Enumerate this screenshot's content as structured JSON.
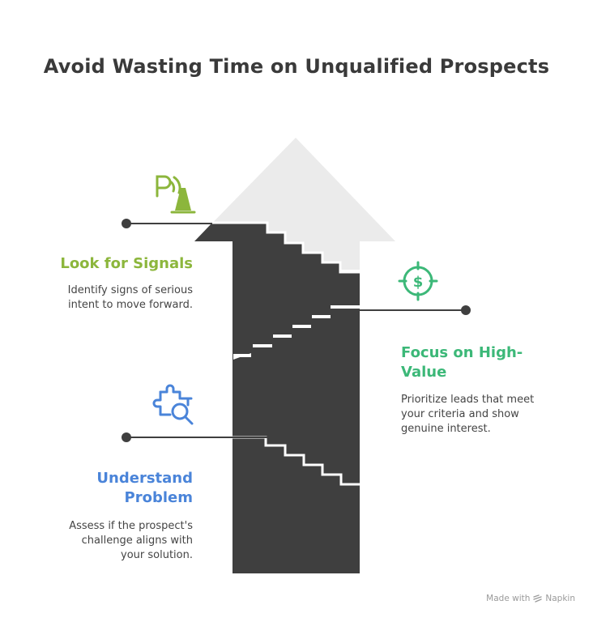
{
  "title": "Avoid Wasting Time on Unqualified Prospects",
  "colors": {
    "signals": "#8cb63c",
    "high_value": "#3cb878",
    "understand": "#4a84d9",
    "stair": "#3f3f3f",
    "arrow_head": "#ebebeb",
    "connector": "#3f3f3f"
  },
  "items": [
    {
      "heading": "Look for Signals",
      "description_lines": [
        "Identify signs of serious",
        "intent to move forward."
      ],
      "icon": "signal-cone-icon"
    },
    {
      "heading_lines": [
        "Focus on High-",
        "Value"
      ],
      "description_lines": [
        "Prioritize leads that meet",
        "your criteria and show",
        "genuine interest."
      ],
      "icon": "dollar-target-icon"
    },
    {
      "heading_lines": [
        "Understand",
        "Problem"
      ],
      "description_lines": [
        "Assess if the prospect's",
        "challenge aligns with",
        "your solution."
      ],
      "icon": "puzzle-search-icon"
    }
  ],
  "footer": {
    "prefix": "Made with",
    "brand": "Napkin"
  }
}
